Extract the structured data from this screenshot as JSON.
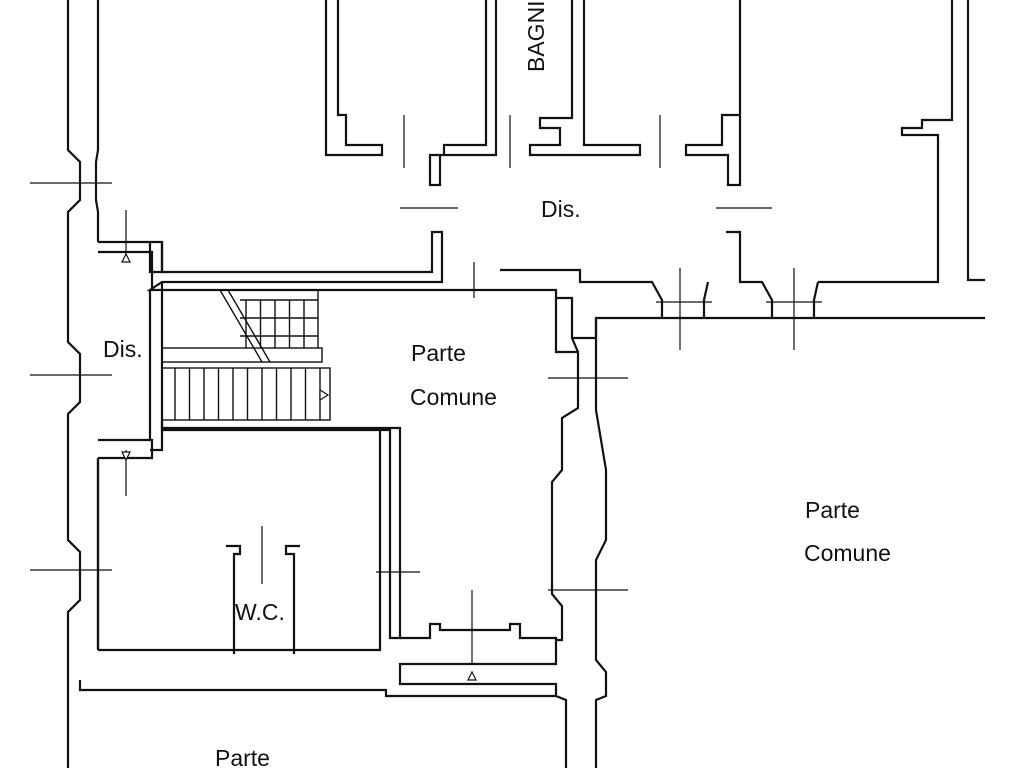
{
  "plan": {
    "labels": {
      "bagni": "BAGNI",
      "dis_top": "Dis.",
      "dis_left": "Dis.",
      "parte_comune_1_line1": "Parte",
      "parte_comune_1_line2": "Comune",
      "parte_comune_2_line1": "Parte",
      "parte_comune_2_line2": "Comune",
      "wc": "W.C.",
      "parte_bottom": "Parte"
    }
  }
}
